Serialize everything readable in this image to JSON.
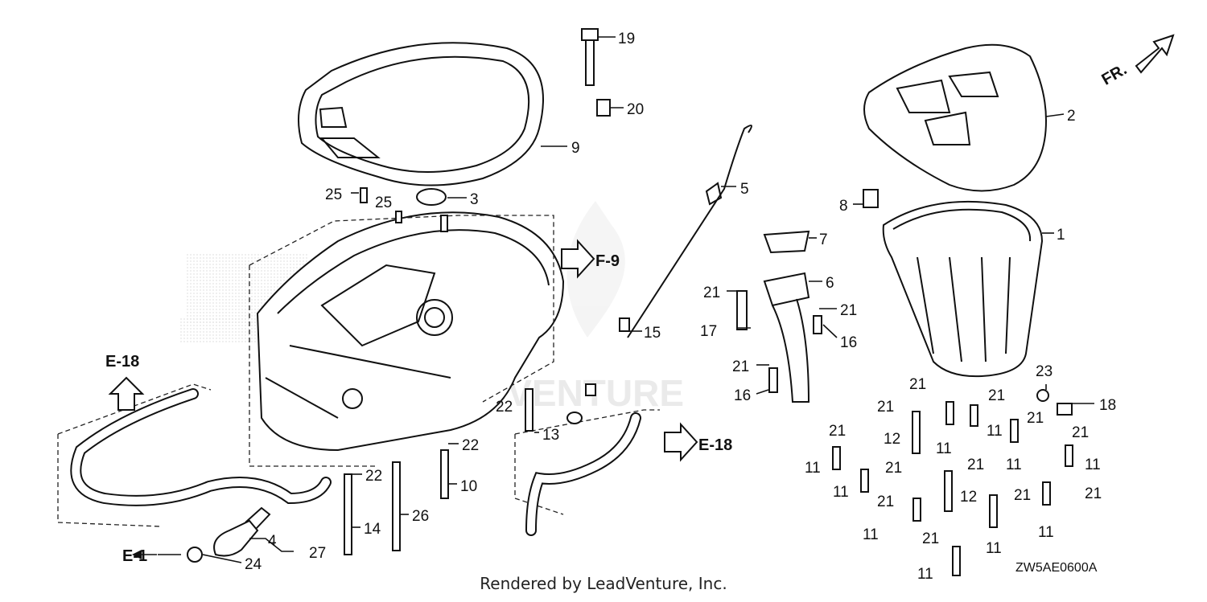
{
  "diagram": {
    "callouts": [
      "1",
      "2",
      "3",
      "4",
      "5",
      "6",
      "7",
      "8",
      "9",
      "10",
      "11",
      "12",
      "13",
      "14",
      "15",
      "16",
      "17",
      "18",
      "19",
      "20",
      "21",
      "22",
      "23",
      "24",
      "25",
      "26",
      "27"
    ],
    "references": {
      "f9": "F-9",
      "e18_left": "E-18",
      "e18_right": "E-18",
      "e1": "E-1",
      "front": "FR."
    },
    "diagram_code": "ZW5AE0600A",
    "rendered_by": "Rendered by LeadVenture, Inc."
  }
}
